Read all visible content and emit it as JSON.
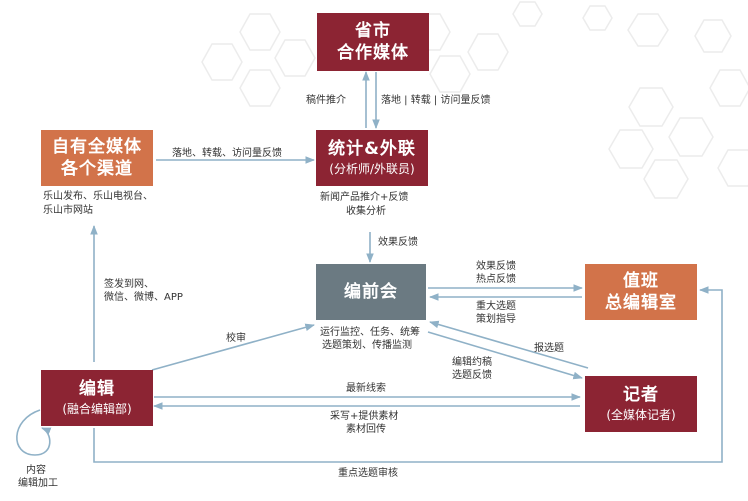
{
  "nodes": {
    "province": {
      "line1": "省市",
      "line2": "合作媒体"
    },
    "stats": {
      "line1": "统计&外联",
      "line2": "(分析师/外联员)"
    },
    "channels": {
      "line1": "自有全媒体",
      "line2": "各个渠道"
    },
    "preedit": {
      "line1": "编前会"
    },
    "duty": {
      "line1": "值班",
      "line2": "总编辑室"
    },
    "editor": {
      "line1": "编辑",
      "line2": "(融合编辑部)"
    },
    "reporter": {
      "line1": "记者",
      "line2": "(全媒体记者)"
    }
  },
  "labels": {
    "manuscript_recommend": "稿件推介",
    "landing_feedback_top": "落地 | 转载 | 访问量反馈",
    "landing_feedback_mid": "落地、转载、访问量反馈",
    "channels_list_1": "乐山发布、乐山电视台、",
    "channels_list_2": "乐山市网站",
    "news_product_1": "新闻产品推介+反馈",
    "news_product_2": "收集分析",
    "effect_feedback": "效果反馈",
    "effect_hot_1": "效果反馈",
    "effect_hot_2": "热点反馈",
    "major_topic_1": "重大选题",
    "major_topic_2": "策划指导",
    "publish_1": "签发到网、",
    "publish_2": "微信、微博、APP",
    "review": "校审",
    "ops_1": "运行监控、任务、统筹",
    "ops_2": "选题策划、传播监测",
    "report_topic": "报选题",
    "edit_order_1": "编辑约稿",
    "edit_order_2": "选题反馈",
    "latest_clues": "最新线索",
    "gather_1": "采写+提供素材",
    "gather_2": "素材回传",
    "content_1": "内容",
    "content_2": "编辑加工",
    "key_topic": "重点选题审核"
  }
}
